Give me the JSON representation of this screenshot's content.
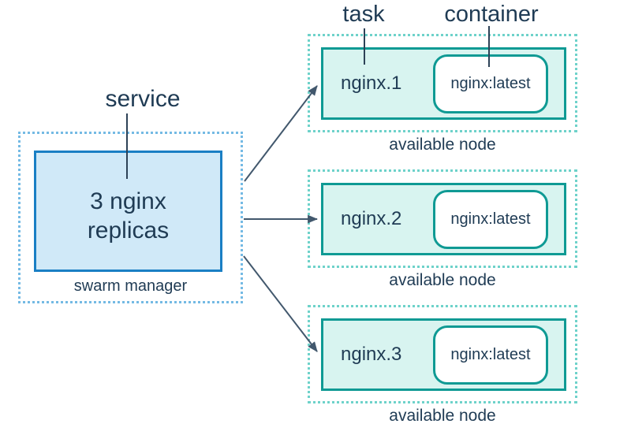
{
  "diagram": {
    "title_labels": {
      "service": "service",
      "task": "task",
      "container": "container"
    },
    "manager": {
      "box_line1": "3 nginx",
      "box_line2": "replicas",
      "caption": "swarm manager"
    },
    "nodes": [
      {
        "task_label": "nginx.1",
        "container_label": "nginx:latest",
        "caption": "available node"
      },
      {
        "task_label": "nginx.2",
        "container_label": "nginx:latest",
        "caption": "available node"
      },
      {
        "task_label": "nginx.3",
        "container_label": "nginx:latest",
        "caption": "available node"
      }
    ],
    "colors": {
      "manager_border": "#1a7fc4",
      "manager_fill": "#d0e9f8",
      "manager_dotted_border": "#74bae4",
      "node_border": "#0f9a94",
      "node_fill": "#d8f4f0",
      "node_dotted_border": "#6ed2ca",
      "container_fill": "#ffffff",
      "text": "#1f3b54",
      "arrow": "#42586d"
    }
  }
}
